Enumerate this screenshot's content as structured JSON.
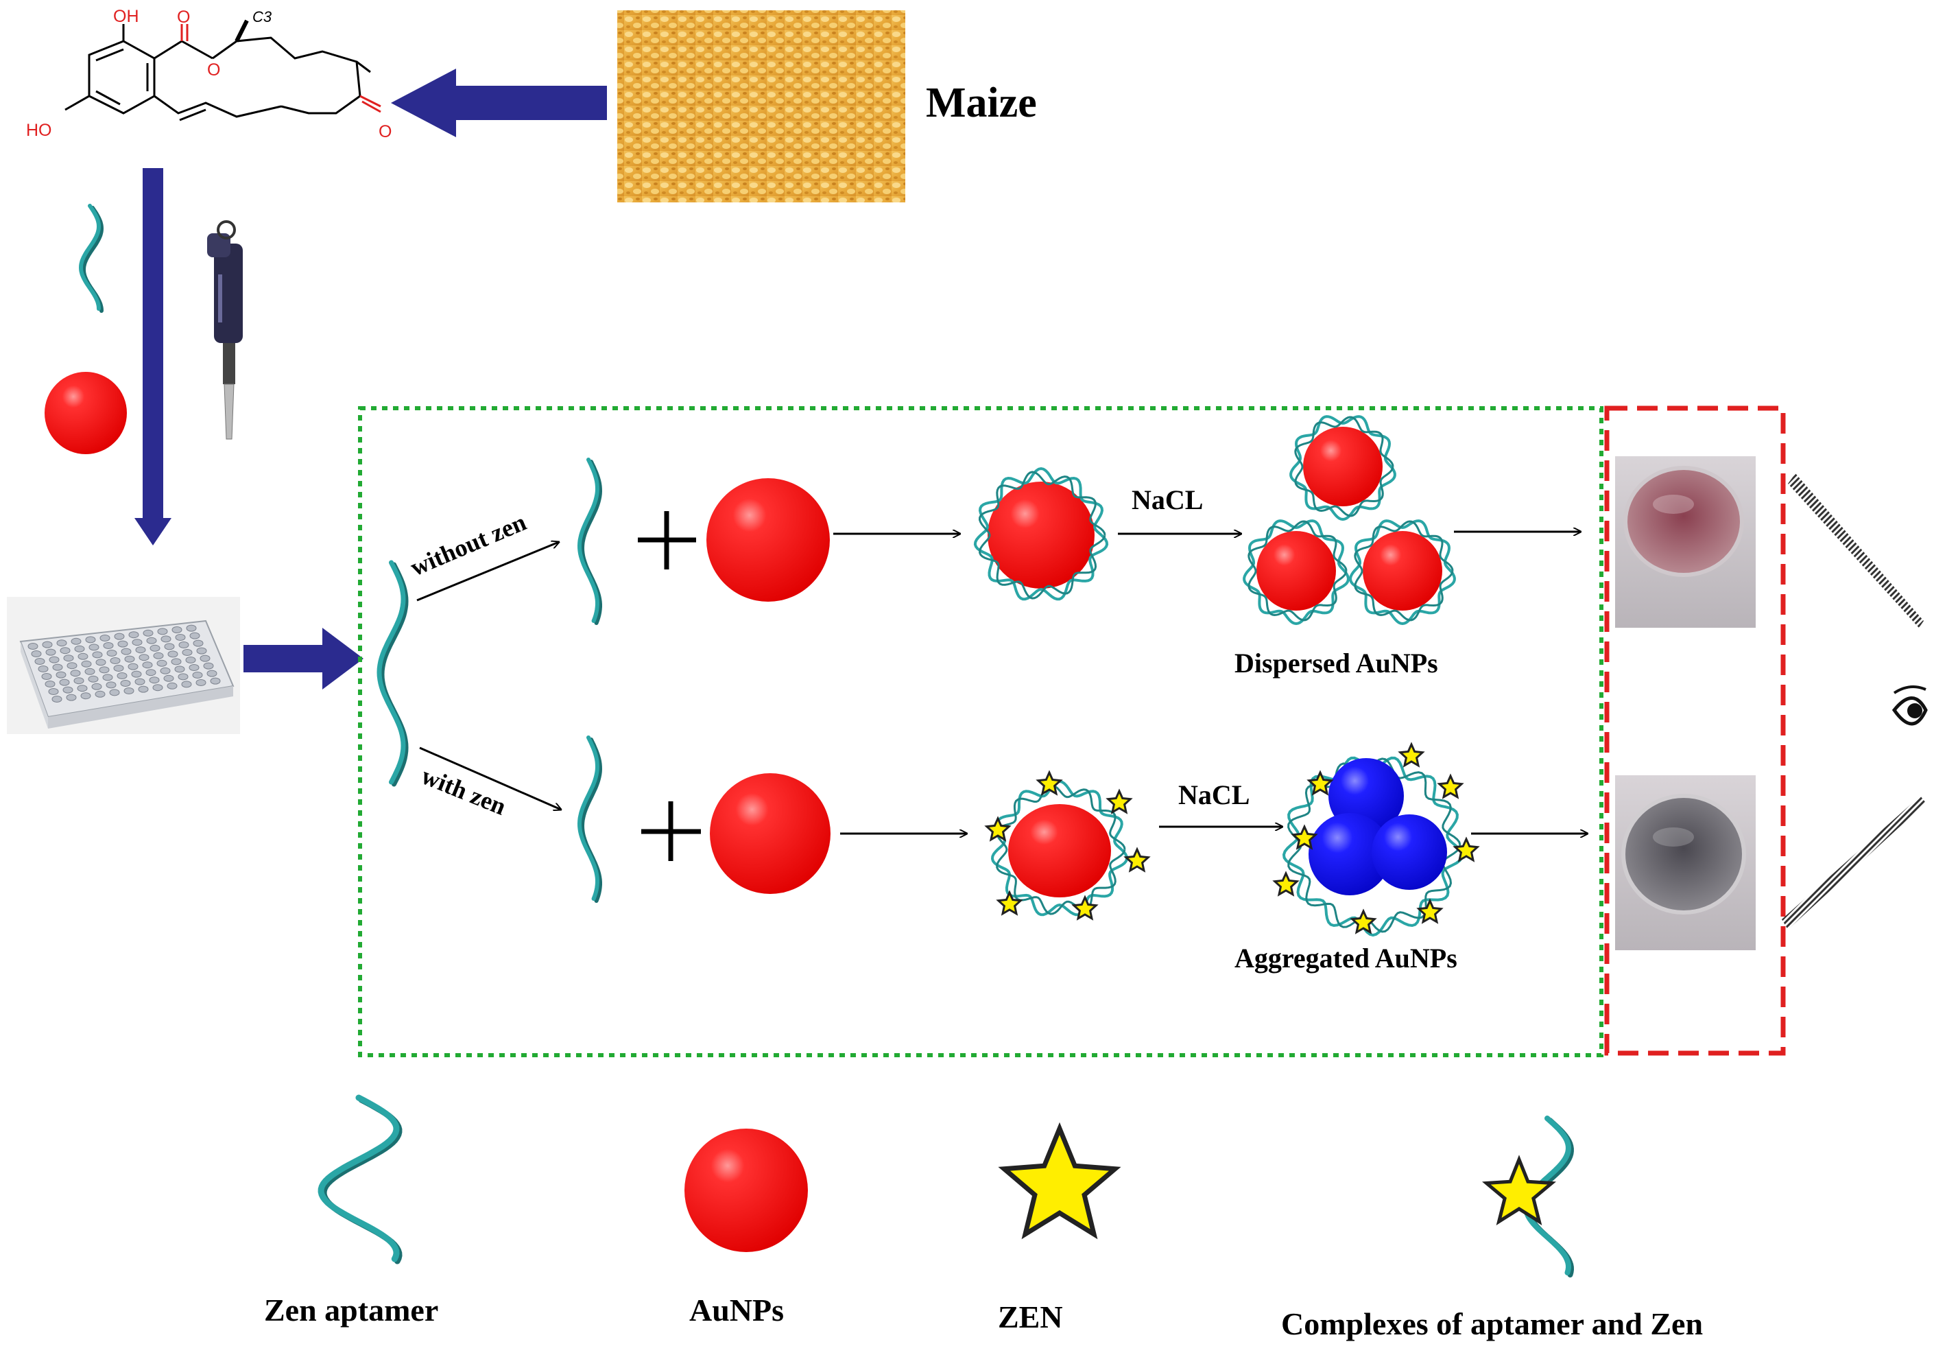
{
  "colors": {
    "arrow_blue": "#2b2b8f",
    "aunp_red": "#ee1111",
    "aggregate_blue": "#1414e8",
    "aptamer_teal": "#2aa6a6",
    "zen_yellow": "#ffee00",
    "green_box": "#22aa33",
    "red_box": "#e02020"
  },
  "icons": {
    "zen_molecule": "zearalenone-structure-icon",
    "maize": "maize-photo",
    "pipette": "pipette-icon",
    "plate": "microplate-icon",
    "eye": "eye-icon"
  },
  "molecule": {
    "oh_top": "OH",
    "oh_left": "HO",
    "ring_o": "O",
    "ketone_o": "O",
    "carbonyl_o": "O",
    "c3": "C3"
  },
  "source": {
    "label": "Maize"
  },
  "rows": {
    "top": {
      "branch_label": "without zen",
      "reagent": "NaCL",
      "result_label": "Dispersed AuNPs"
    },
    "bottom": {
      "branch_label": "with zen",
      "reagent": "NaCL",
      "result_label": "Aggregated AuNPs"
    }
  },
  "legend": [
    {
      "key": "aptamer",
      "label": "Zen aptamer"
    },
    {
      "key": "aunp",
      "label": "AuNPs"
    },
    {
      "key": "zen",
      "label": "ZEN"
    },
    {
      "key": "complex",
      "label": "Complexes of aptamer and Zen"
    }
  ]
}
